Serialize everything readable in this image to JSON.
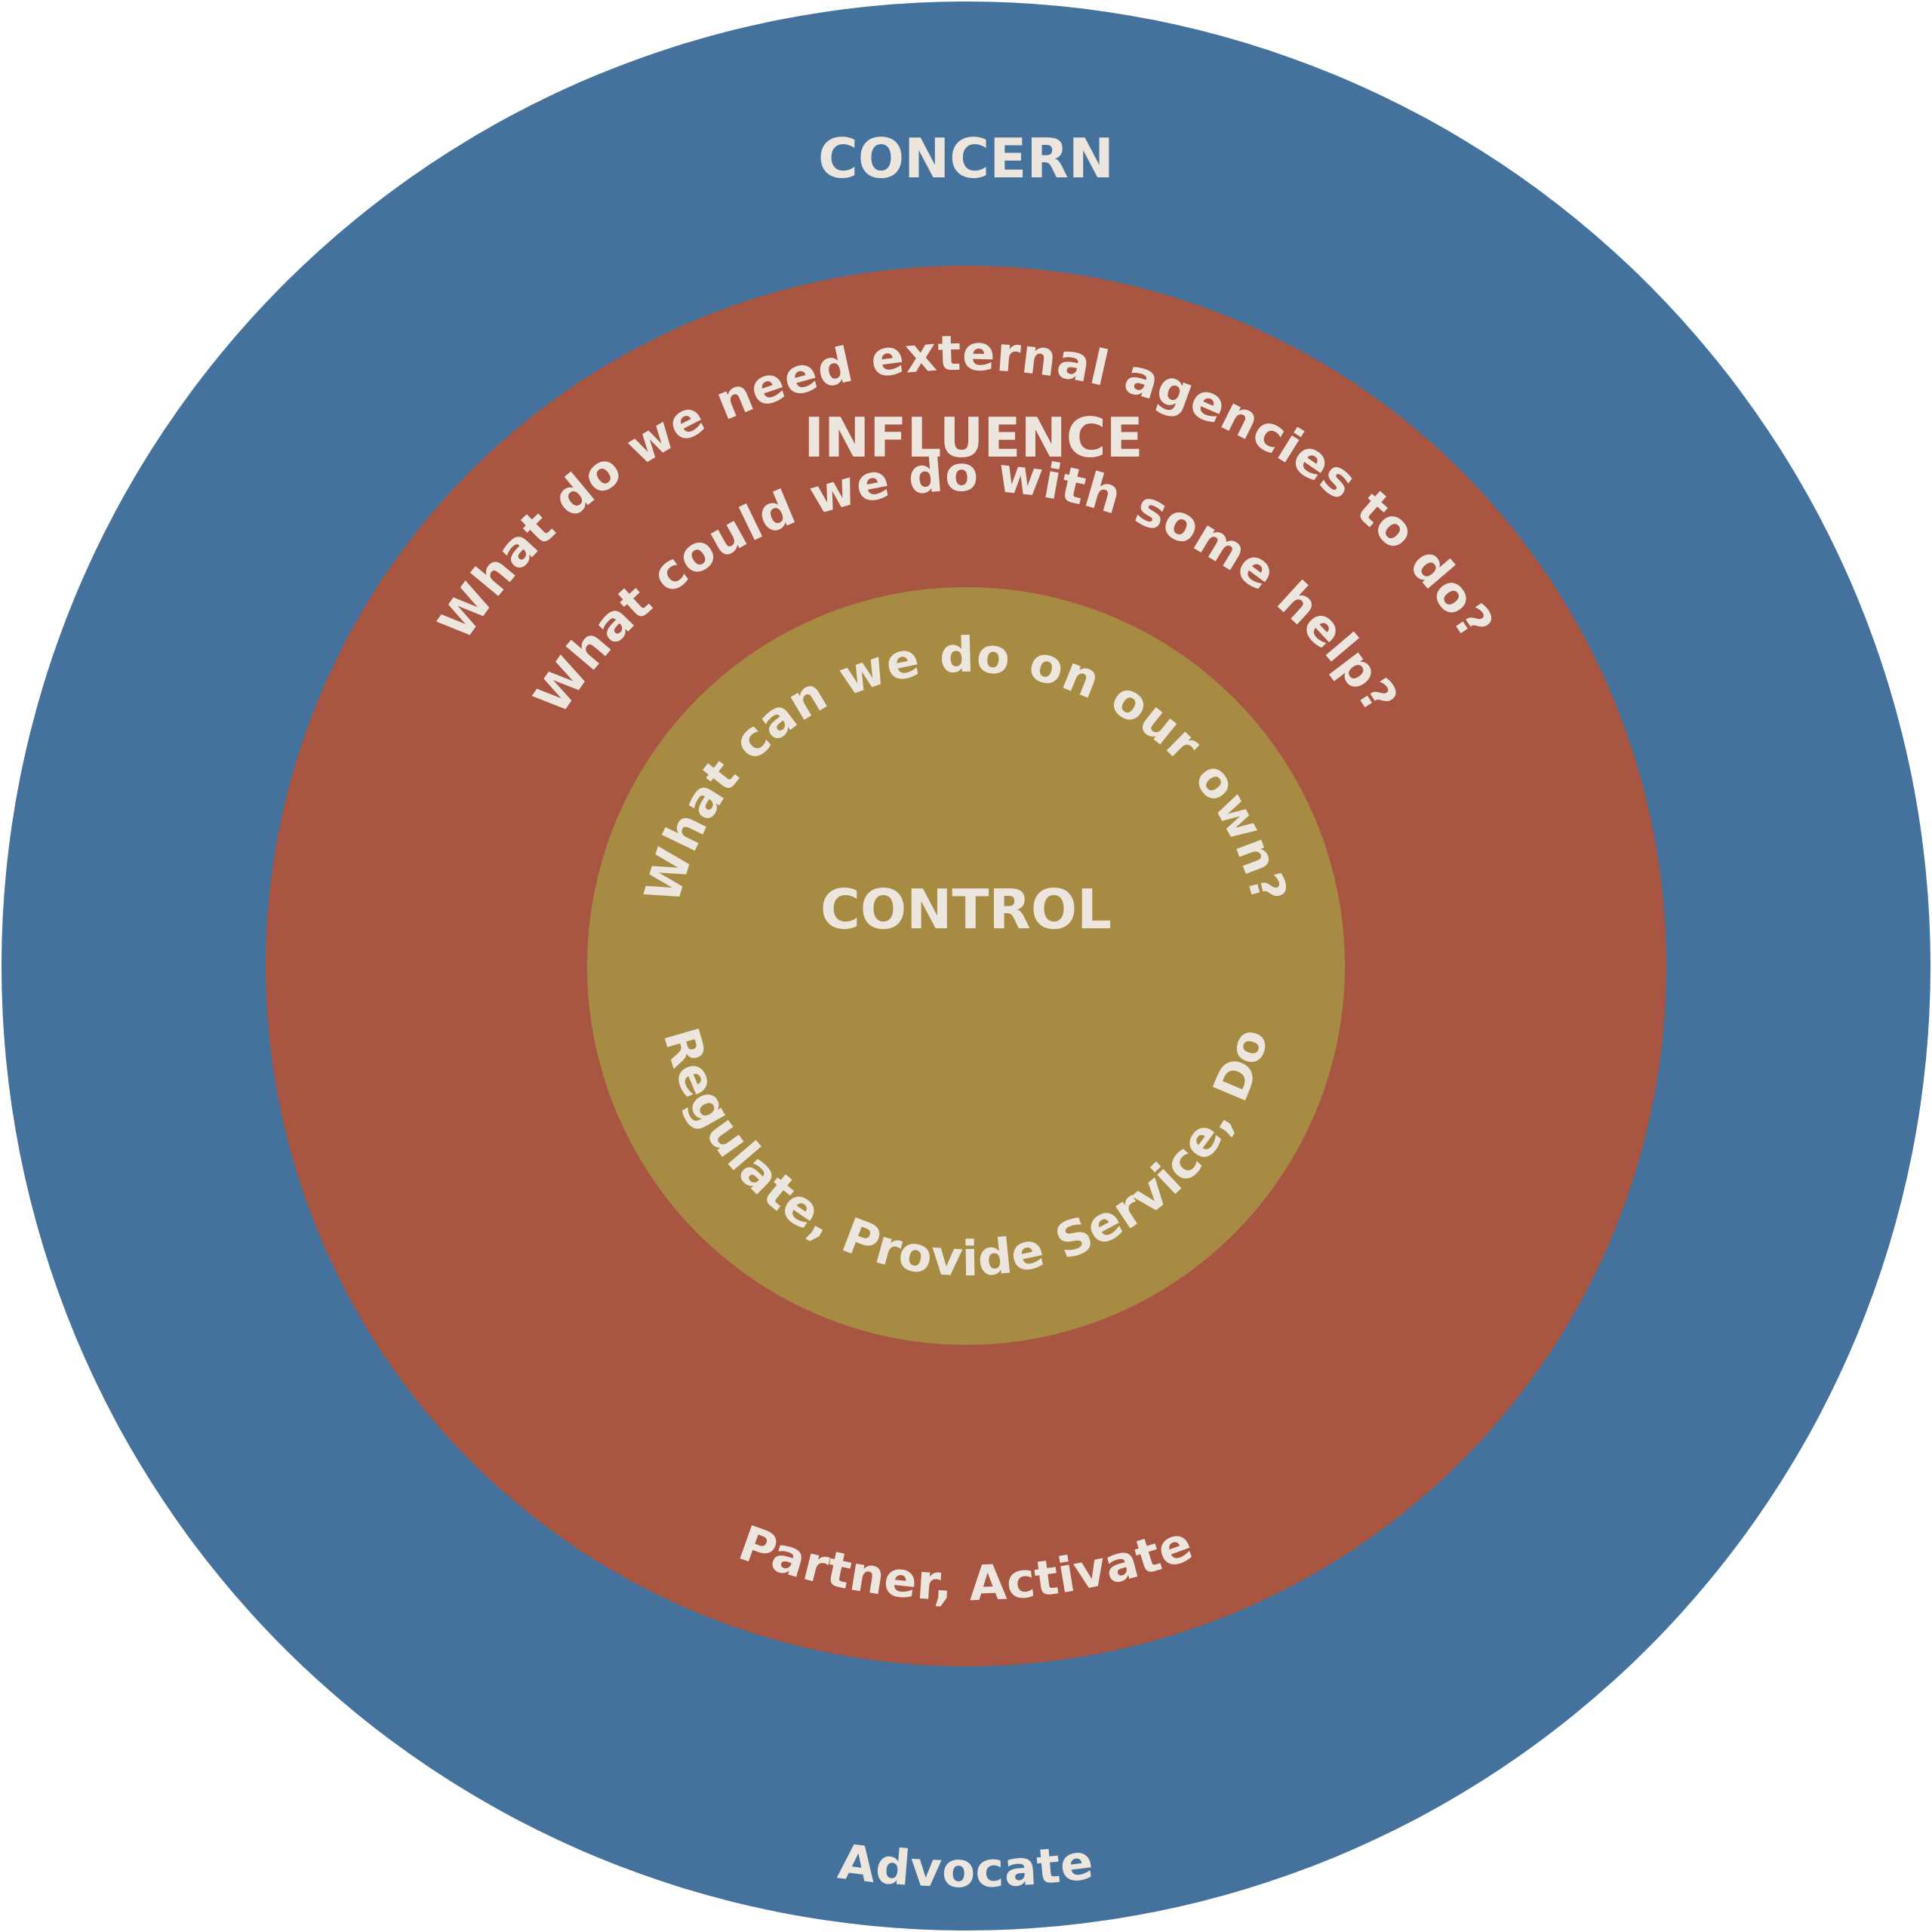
{
  "colors": {
    "concern": "#44729d",
    "influence": "#a85642",
    "control": "#a88b42",
    "text": "#ede6df",
    "background": "#ffffff"
  },
  "concern": {
    "label": "CONCERN",
    "question": "What do we need external agencies to do?",
    "action": "Advocate"
  },
  "influence": {
    "label": "INFLUENCE",
    "question": "What could we do with some help?",
    "action": "Partner, Activate"
  },
  "control": {
    "label": "CONTROL",
    "question": "What can we do on our own?",
    "action": "Regulate, Provide Service, Do"
  }
}
